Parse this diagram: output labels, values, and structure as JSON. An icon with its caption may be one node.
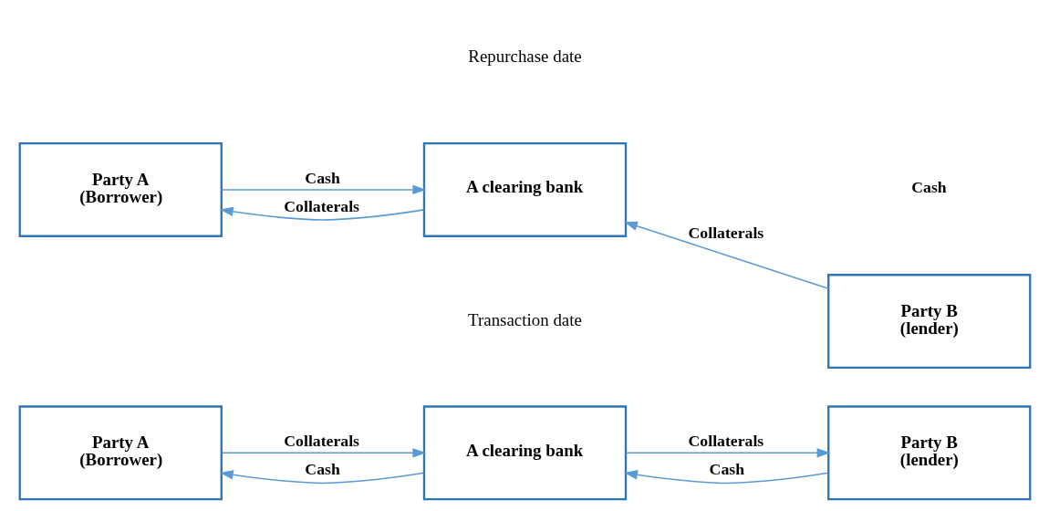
{
  "diagram": {
    "nodes": [
      {
        "text": [
          "Party A",
          "(Borrower)"
        ]
      },
      {
        "text": [
          "A clearing bank"
        ]
      },
      {
        "text": [
          "Party B",
          "(lender)"
        ]
      },
      {
        "text": [
          "Party A",
          "(Borrower)"
        ]
      },
      {
        "text": [
          "A clearing bank"
        ]
      },
      {
        "text": [
          "Party B",
          "(lender)"
        ]
      }
    ],
    "edges": [
      {
        "from": 0,
        "to": 1,
        "arrow": "to",
        "label": "Collaterals"
      },
      {
        "from": 1,
        "to": 0,
        "arrow": "to",
        "label": "Cash"
      },
      {
        "from": 1,
        "to": 2,
        "arrow": "to",
        "label": "Collaterals"
      },
      {
        "from": 2,
        "to": 1,
        "arrow": "to",
        "label": "Cash"
      },
      {
        "from": 3,
        "to": 4,
        "arrow": "to",
        "label": "Cash"
      },
      {
        "from": 4,
        "to": 3,
        "arrow": "to",
        "label": "Collaterals"
      },
      {
        "from": 5,
        "to": 4,
        "arrow": "to",
        "label": "Collaterals"
      }
    ],
    "labels": [
      "Transaction date",
      "Cash",
      "Repurchase date"
    ]
  }
}
